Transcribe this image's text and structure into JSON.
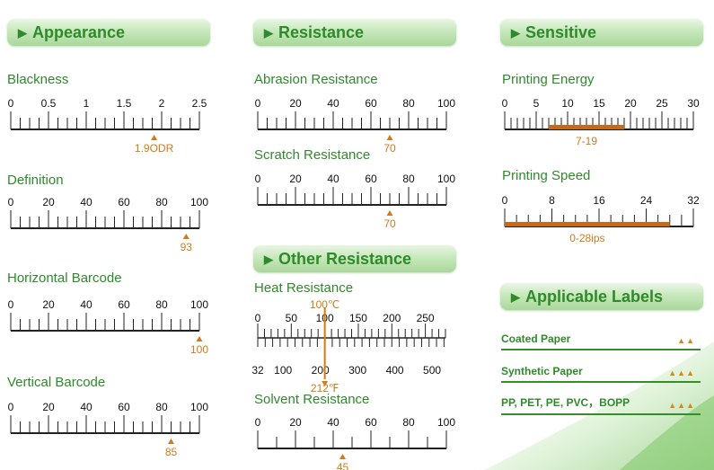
{
  "headers": {
    "appearance": "Appearance",
    "resistance": "Resistance",
    "sensitive": "Sensitive",
    "other": "Other Resistance",
    "applicable": "Applicable Labels"
  },
  "colors": {
    "green": "#2f8a2b",
    "orange": "#d07a1a",
    "bar": "#c8681a",
    "line": "#222222"
  },
  "gauges": {
    "blackness": {
      "label": "Blackness",
      "min": 0,
      "max": 2.5,
      "major": [
        "0",
        "0.5",
        "1",
        "1.5",
        "2",
        "2.5"
      ],
      "minor": 20,
      "marker": 1.9,
      "marker_text": "1.9ODR"
    },
    "definition": {
      "label": "Definition",
      "min": 0,
      "max": 100,
      "major": [
        "0",
        "20",
        "40",
        "60",
        "80",
        "100"
      ],
      "minor": 20,
      "marker": 93,
      "marker_text": "93"
    },
    "hbarcode": {
      "label": "Horizontal Barcode",
      "min": 0,
      "max": 100,
      "major": [
        "0",
        "20",
        "40",
        "60",
        "80",
        "100"
      ],
      "minor": 20,
      "marker": 100,
      "marker_text": "100"
    },
    "vbarcode": {
      "label": "Vertical Barcode",
      "min": 0,
      "max": 100,
      "major": [
        "0",
        "20",
        "40",
        "60",
        "80",
        "100"
      ],
      "minor": 20,
      "marker": 85,
      "marker_text": "85"
    },
    "abrasion": {
      "label": "Abrasion Resistance",
      "min": 0,
      "max": 100,
      "major": [
        "0",
        "20",
        "40",
        "60",
        "80",
        "100"
      ],
      "minor": 20,
      "marker": 70,
      "marker_text": "70"
    },
    "scratch": {
      "label": "Scratch Resistance",
      "min": 0,
      "max": 100,
      "major": [
        "0",
        "20",
        "40",
        "60",
        "80",
        "100"
      ],
      "minor": 20,
      "marker": 70,
      "marker_text": "70"
    },
    "solvent": {
      "label": "Solvent Resistance",
      "min": 0,
      "max": 100,
      "major": [
        "0",
        "20",
        "40",
        "60",
        "80",
        "100"
      ],
      "minor": 10,
      "marker": 45,
      "marker_text": "45"
    },
    "energy": {
      "label": "Printing Energy",
      "min": 0,
      "max": 30,
      "major": [
        "0",
        "5",
        "10",
        "15",
        "20",
        "25",
        "30"
      ],
      "minor": 30,
      "range": [
        7,
        19
      ],
      "range_text": "7-19"
    },
    "speed": {
      "label": "Printing Speed",
      "min": 0,
      "max": 32,
      "major": [
        "0",
        "8",
        "16",
        "24",
        "32"
      ],
      "minor": 16,
      "range": [
        0,
        28
      ],
      "range_text": "0-28ips"
    }
  },
  "heat": {
    "label": "Heat Resistance",
    "c_min": 0,
    "c_max": 280,
    "c_major": [
      "0",
      "50",
      "100",
      "150",
      "200",
      "250"
    ],
    "f_ticks": [
      "32",
      "100",
      "200",
      "300",
      "400",
      "500"
    ],
    "marker_c": 100,
    "top_text": "100℃",
    "bottom_text": "212℉"
  },
  "labels": [
    {
      "name": "Coated Paper",
      "rating": "▲▲"
    },
    {
      "name": "Synthetic Paper",
      "rating": "▲▲▲"
    },
    {
      "name": "PP, PET, PE, PVC，BOPP",
      "rating": "▲▲▲"
    }
  ]
}
